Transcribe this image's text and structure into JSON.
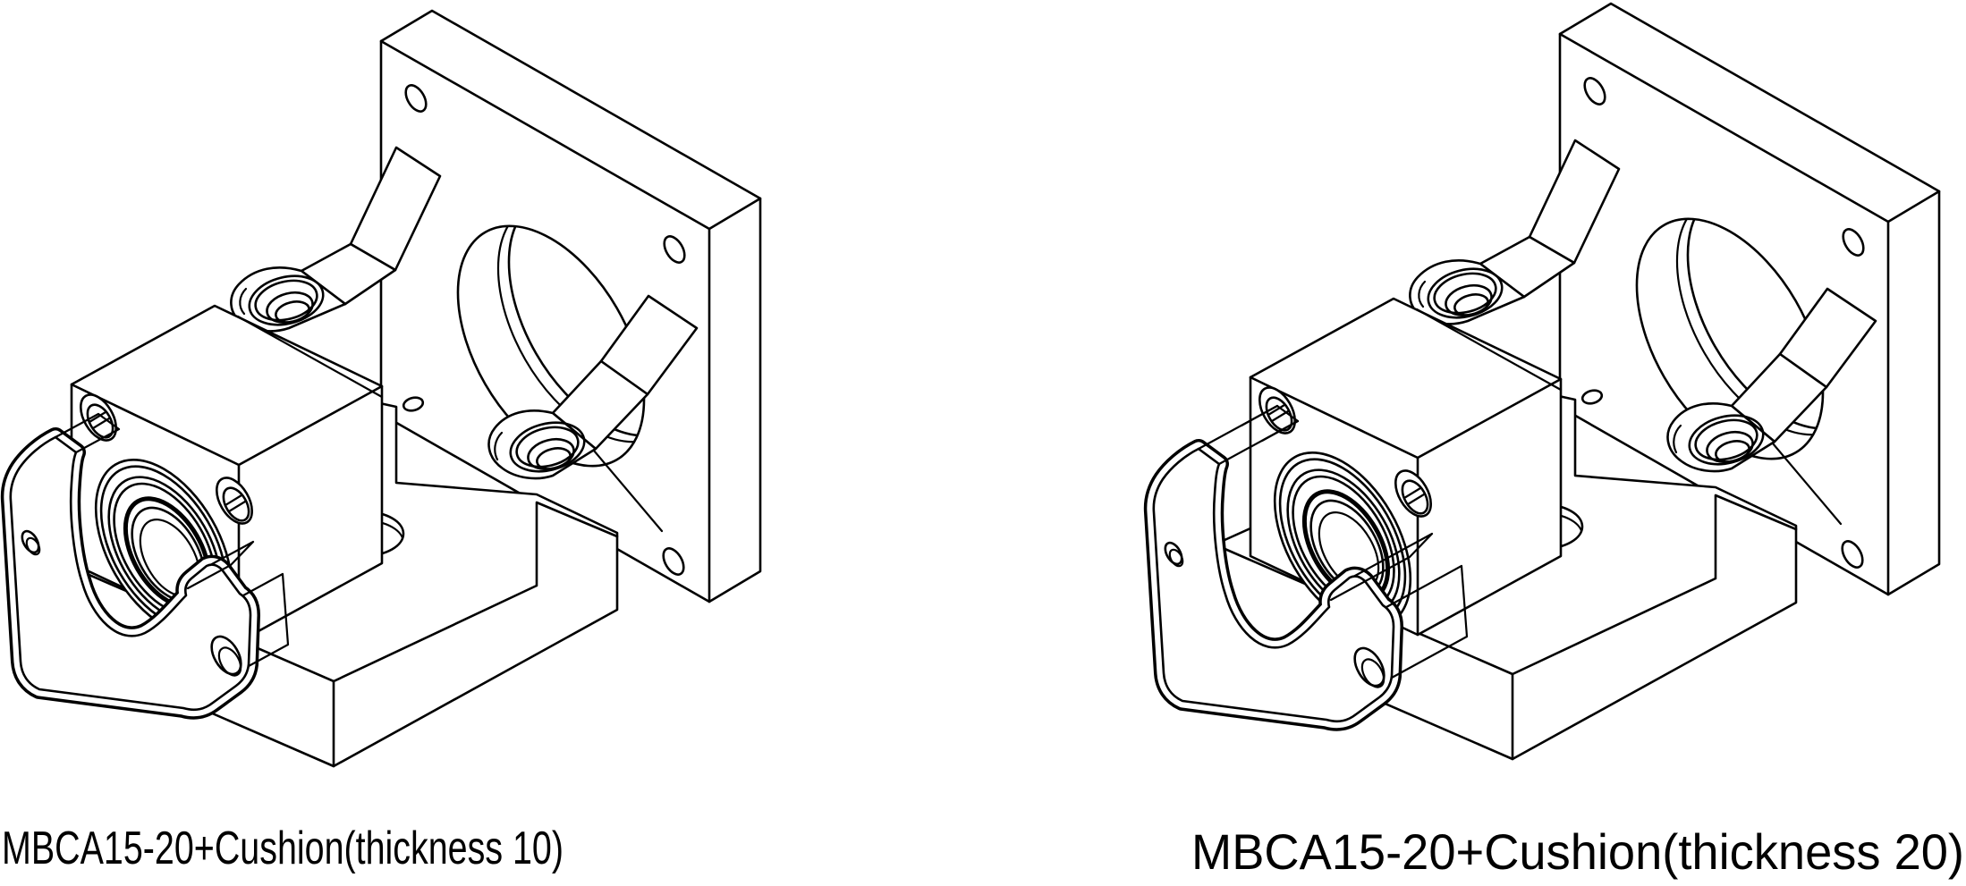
{
  "page": {
    "background_color": "#ffffff",
    "line_color": "#000000",
    "description": "Two isometric CAD line drawings of a motor bracket with cushion"
  },
  "figures": [
    {
      "id": "left",
      "model": "MBCA15-20",
      "part": "Cushion",
      "cushion_thickness_mm": 10,
      "caption": "MBCA15-20+Cushion(thickness 10)"
    },
    {
      "id": "right",
      "model": "MBCA15-20",
      "part": "Cushion",
      "cushion_thickness_mm": 20,
      "caption": "MBCA15-20+Cushion(thickness 20)"
    }
  ]
}
